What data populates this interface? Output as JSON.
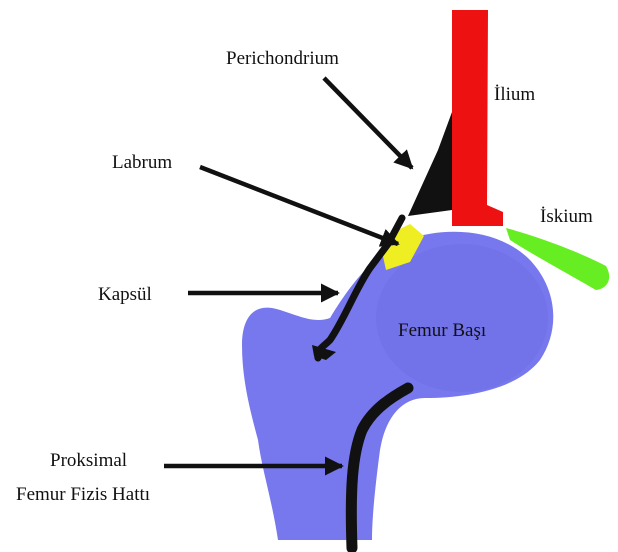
{
  "labels": {
    "perichondrium": "Perichondrium",
    "ilium": "İlium",
    "labrum": "Labrum",
    "iskium": "İskium",
    "kapsul": "Kapsül",
    "femur_basi": "Femur Başı",
    "proksimal": "Proksimal",
    "femur_fizis": "Femur Fizis Hattı"
  },
  "colors": {
    "ilium": "#ee1111",
    "iskium": "#66ee22",
    "labrum": "#eeee22",
    "femur": "#7777ee",
    "capsule": "#111111",
    "arrow": "#111111"
  }
}
